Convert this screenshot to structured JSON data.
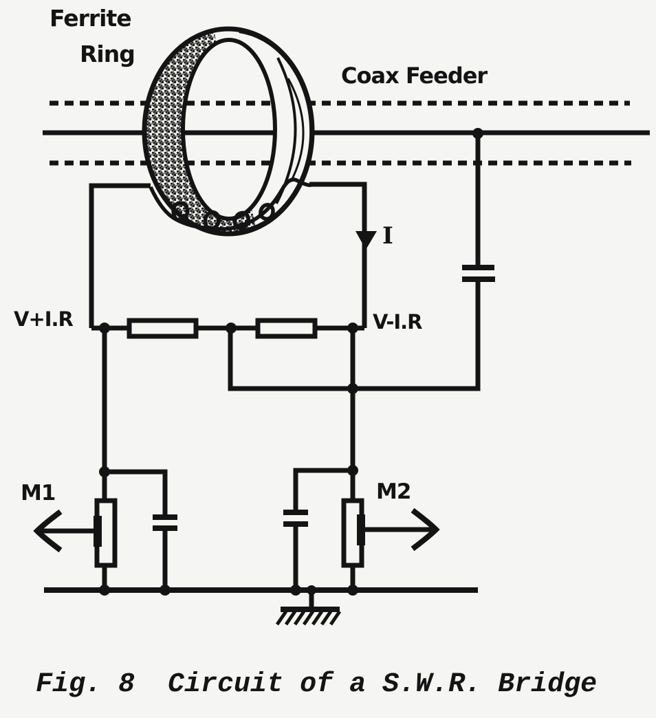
{
  "colors": {
    "ink": "#141414",
    "paper": "#f5f5f3"
  },
  "diagram": {
    "type": "circuit-schematic",
    "title_labels": {
      "ferrite_line1": "Ferrite",
      "ferrite_line2": "Ring",
      "coax_feeder": "Coax Feeder"
    },
    "annotations": {
      "current": "I",
      "node_left": "V+I.R",
      "node_right": "V-I.R",
      "meter_left": "M1",
      "meter_right": "M2"
    },
    "caption": "Fig. 8  Circuit of a S.W.R. Bridge"
  }
}
